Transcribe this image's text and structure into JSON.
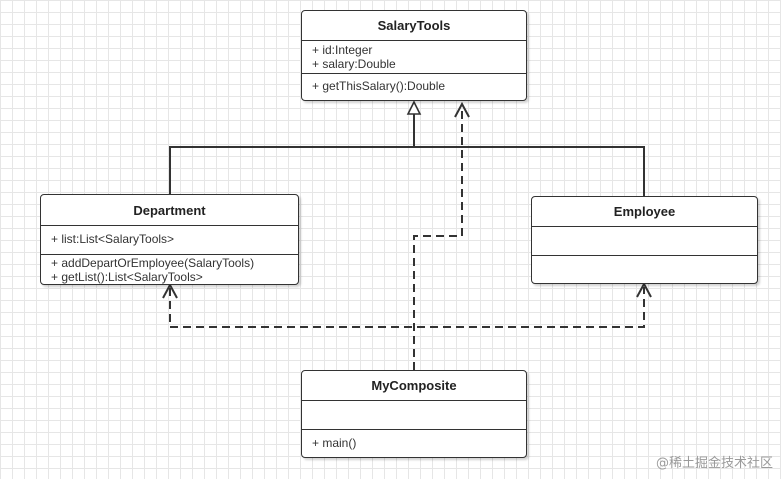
{
  "classes": {
    "salary_tools": {
      "name": "SalaryTools",
      "attributes": [
        "+ id:Integer",
        "+ salary:Double"
      ],
      "methods": [
        "+ getThisSalary():Double"
      ]
    },
    "department": {
      "name": "Department",
      "attributes": [
        "+ list:List<SalaryTools>"
      ],
      "methods": [
        "+ addDepartOrEmployee(SalaryTools)",
        "+ getList():List<SalaryTools>"
      ]
    },
    "employee": {
      "name": "Employee",
      "attributes": [],
      "methods": []
    },
    "my_composite": {
      "name": "MyComposite",
      "attributes": [],
      "methods": [
        "+ main()"
      ]
    }
  },
  "watermark": "@稀土掘金技术社区",
  "colors": {
    "line": "#333333",
    "grid": "#e6e6e6",
    "box_border": "#333333"
  }
}
